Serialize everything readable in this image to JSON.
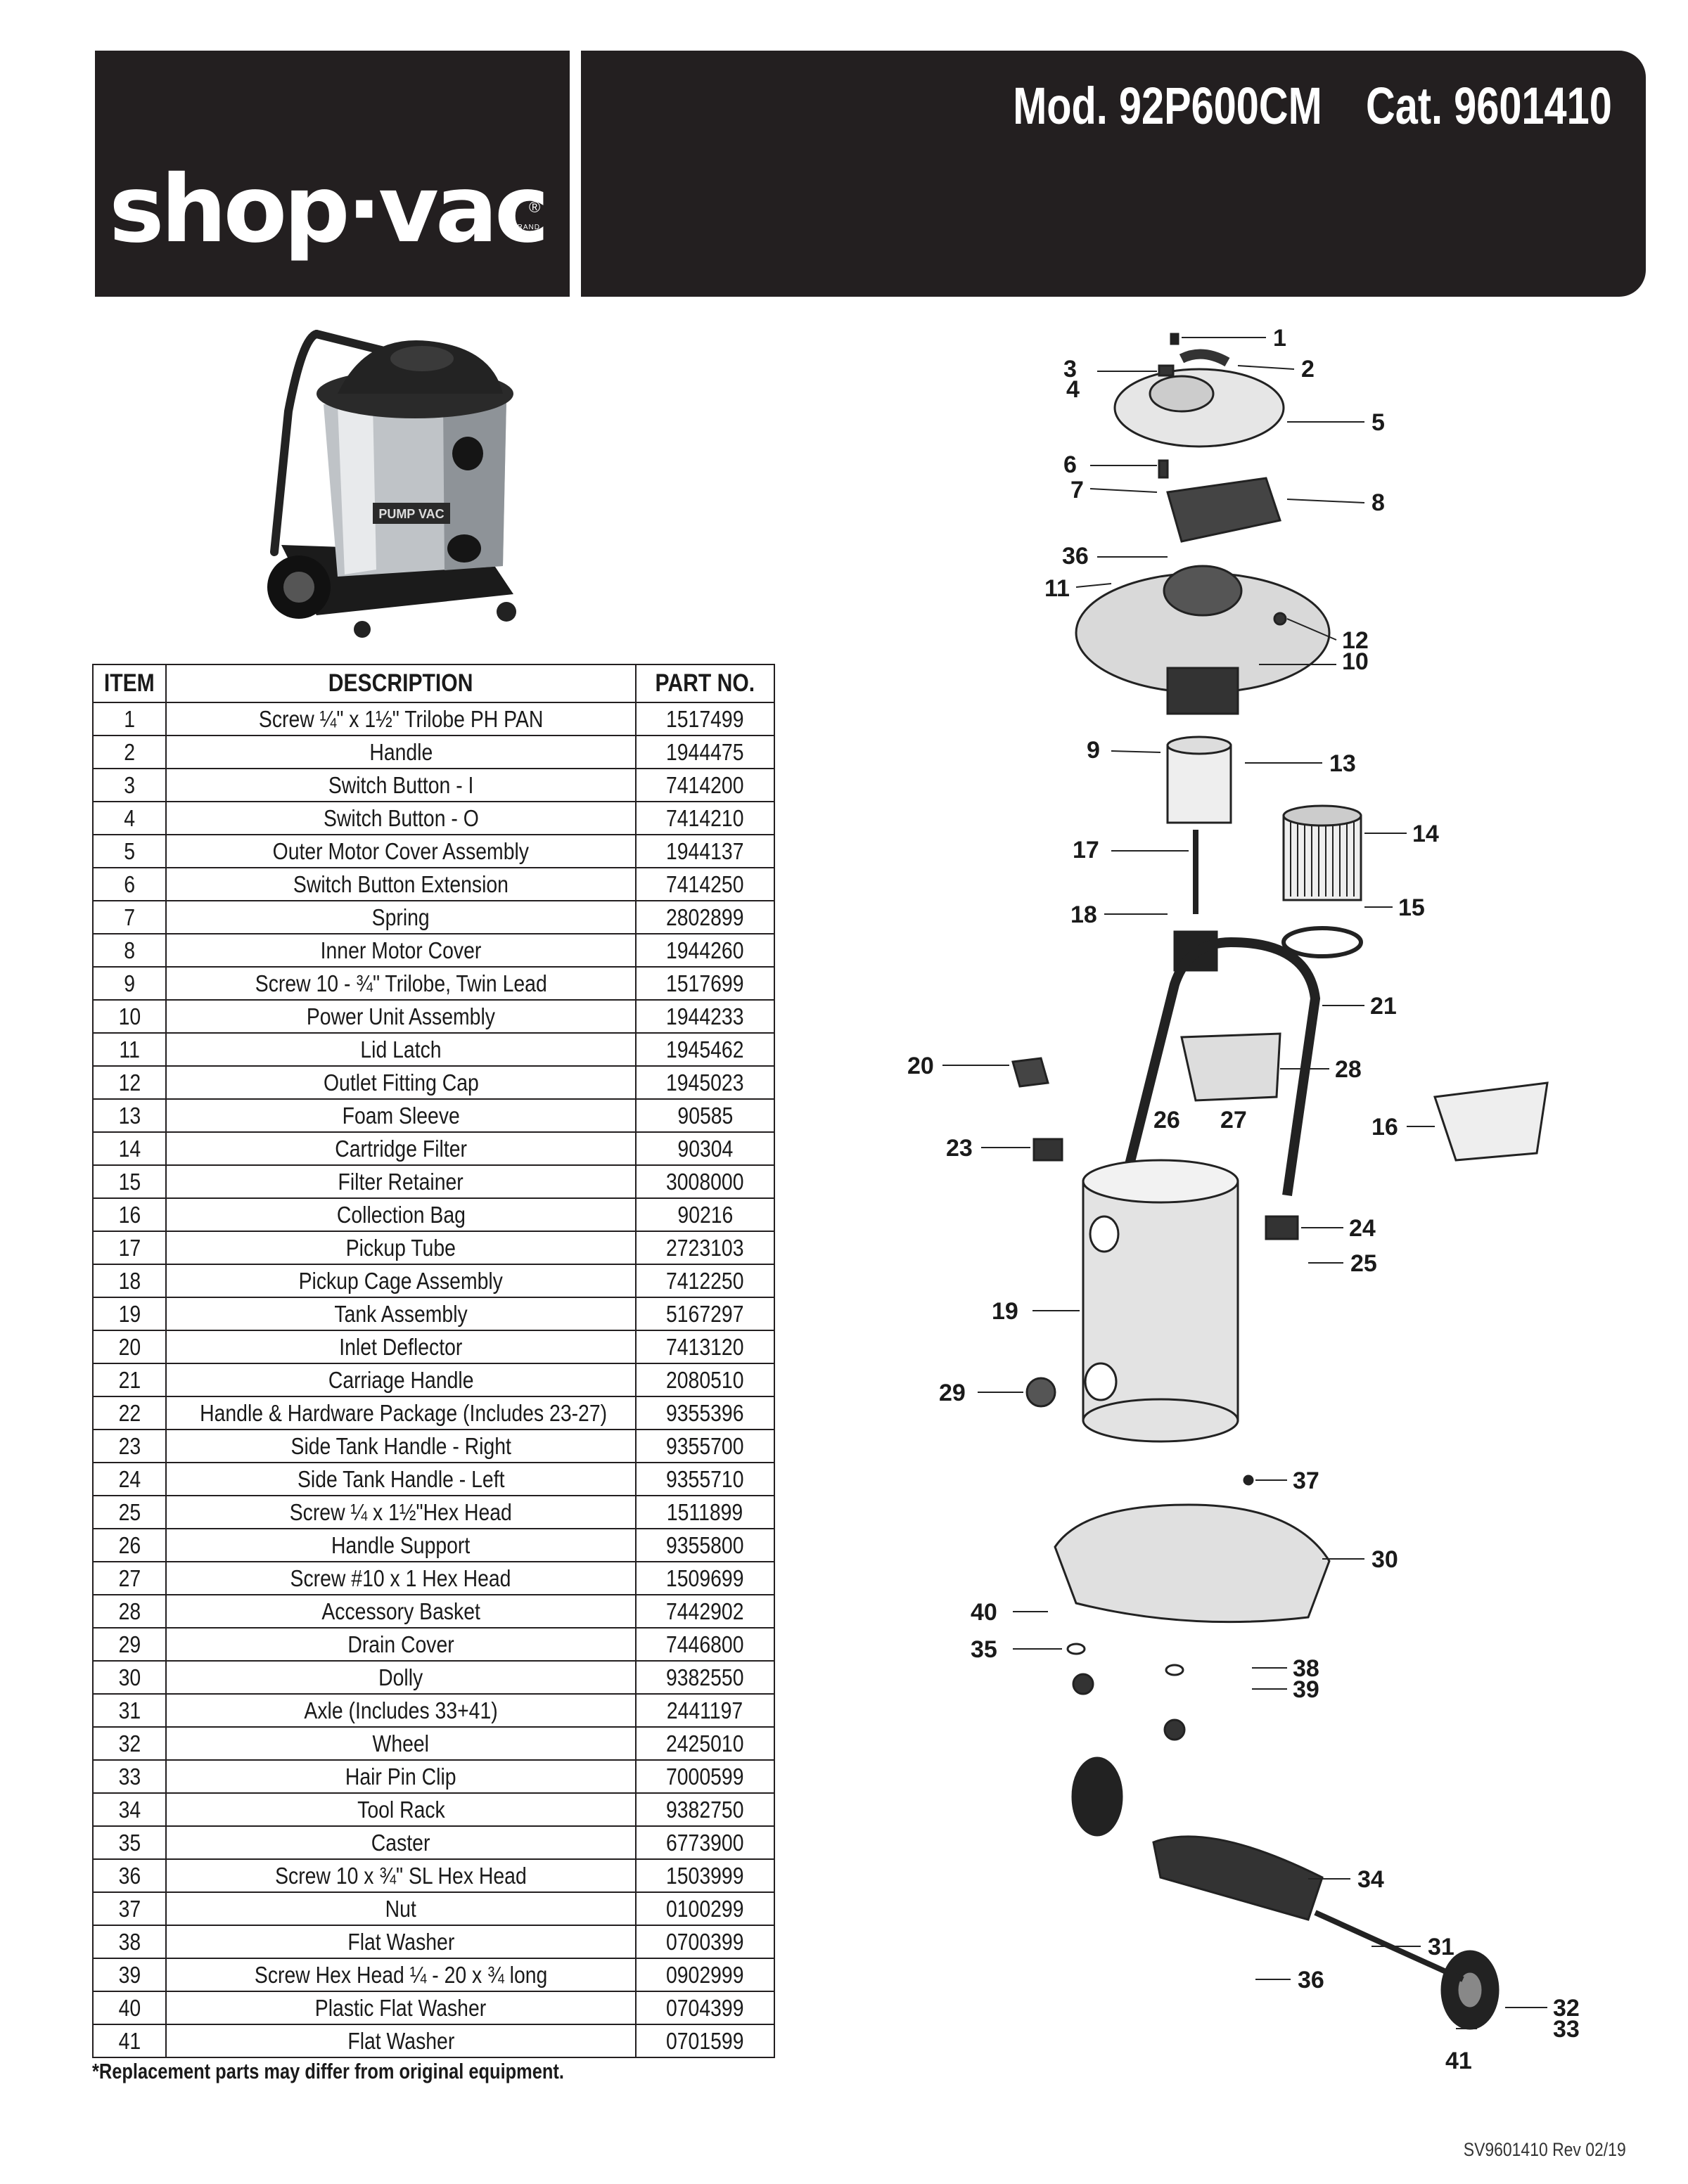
{
  "header": {
    "brand_logo": "shop·vac",
    "brand_reg": "®",
    "brand_sub": "BRAND",
    "model": "Mod. 92P600CM",
    "catalog": "Cat. 9601410"
  },
  "product_image": {
    "badge": "PUMP VAC"
  },
  "table": {
    "headers": [
      "ITEM",
      "DESCRIPTION",
      "PART NO."
    ],
    "rows": [
      {
        "item": "1",
        "description": "Screw ¼\" x 1½\" Trilobe PH PAN",
        "part_no": "1517499"
      },
      {
        "item": "2",
        "description": "Handle",
        "part_no": "1944475"
      },
      {
        "item": "3",
        "description": "Switch Button - I",
        "part_no": "7414200"
      },
      {
        "item": "4",
        "description": "Switch Button - O",
        "part_no": "7414210"
      },
      {
        "item": "5",
        "description": "Outer Motor Cover Assembly",
        "part_no": "1944137"
      },
      {
        "item": "6",
        "description": "Switch Button Extension",
        "part_no": "7414250"
      },
      {
        "item": "7",
        "description": "Spring",
        "part_no": "2802899"
      },
      {
        "item": "8",
        "description": "Inner Motor Cover",
        "part_no": "1944260"
      },
      {
        "item": "9",
        "description": "Screw 10 - ¾\" Trilobe, Twin Lead",
        "part_no": "1517699"
      },
      {
        "item": "10",
        "description": "Power Unit Assembly",
        "part_no": "1944233"
      },
      {
        "item": "11",
        "description": "Lid Latch",
        "part_no": "1945462"
      },
      {
        "item": "12",
        "description": "Outlet Fitting Cap",
        "part_no": "1945023"
      },
      {
        "item": "13",
        "description": "Foam Sleeve",
        "part_no": "90585"
      },
      {
        "item": "14",
        "description": "Cartridge Filter",
        "part_no": "90304"
      },
      {
        "item": "15",
        "description": "Filter Retainer",
        "part_no": "3008000"
      },
      {
        "item": "16",
        "description": "Collection Bag",
        "part_no": "90216"
      },
      {
        "item": "17",
        "description": "Pickup Tube",
        "part_no": "2723103"
      },
      {
        "item": "18",
        "description": "Pickup Cage Assembly",
        "part_no": "7412250"
      },
      {
        "item": "19",
        "description": "Tank Assembly",
        "part_no": "5167297"
      },
      {
        "item": "20",
        "description": "Inlet Deflector",
        "part_no": "7413120"
      },
      {
        "item": "21",
        "description": "Carriage Handle",
        "part_no": "2080510"
      },
      {
        "item": "22",
        "description": "Handle & Hardware Package (Includes 23-27)",
        "part_no": "9355396"
      },
      {
        "item": "23",
        "description": "Side Tank Handle - Right",
        "part_no": "9355700"
      },
      {
        "item": "24",
        "description": "Side Tank Handle - Left",
        "part_no": "9355710"
      },
      {
        "item": "25",
        "description": "Screw ¼ x 1½\"Hex Head",
        "part_no": "1511899"
      },
      {
        "item": "26",
        "description": "Handle Support",
        "part_no": "9355800"
      },
      {
        "item": "27",
        "description": "Screw #10 x 1 Hex Head",
        "part_no": "1509699"
      },
      {
        "item": "28",
        "description": "Accessory Basket",
        "part_no": "7442902"
      },
      {
        "item": "29",
        "description": "Drain Cover",
        "part_no": "7446800"
      },
      {
        "item": "30",
        "description": "Dolly",
        "part_no": "9382550"
      },
      {
        "item": "31",
        "description": "Axle (Includes 33+41)",
        "part_no": "2441197"
      },
      {
        "item": "32",
        "description": "Wheel",
        "part_no": "2425010"
      },
      {
        "item": "33",
        "description": "Hair Pin Clip",
        "part_no": "7000599"
      },
      {
        "item": "34",
        "description": "Tool Rack",
        "part_no": "9382750"
      },
      {
        "item": "35",
        "description": "Caster",
        "part_no": "6773900"
      },
      {
        "item": "36",
        "description": "Screw 10 x ¾\" SL Hex Head",
        "part_no": "1503999"
      },
      {
        "item": "37",
        "description": "Nut",
        "part_no": "0100299"
      },
      {
        "item": "38",
        "description": "Flat Washer",
        "part_no": "0700399"
      },
      {
        "item": "39",
        "description": "Screw Hex Head ¼ - 20 x ¾ long",
        "part_no": "0902999"
      },
      {
        "item": "40",
        "description": "Plastic Flat Washer",
        "part_no": "0704399"
      },
      {
        "item": "41",
        "description": "Flat Washer",
        "part_no": "0701599"
      }
    ]
  },
  "footnote": "*Replacement parts may differ from original equipment.",
  "revision": "SV9601410 Rev 02/19",
  "diagram": {
    "callouts": [
      "1",
      "2",
      "3",
      "4",
      "5",
      "6",
      "7",
      "8",
      "36",
      "11",
      "12",
      "10",
      "9",
      "13",
      "14",
      "17",
      "15",
      "18",
      "21",
      "20",
      "28",
      "16",
      "26",
      "27",
      "23",
      "24",
      "25",
      "19",
      "29",
      "37",
      "30",
      "40",
      "35",
      "38",
      "39",
      "34",
      "31",
      "36",
      "32",
      "33",
      "41"
    ]
  }
}
